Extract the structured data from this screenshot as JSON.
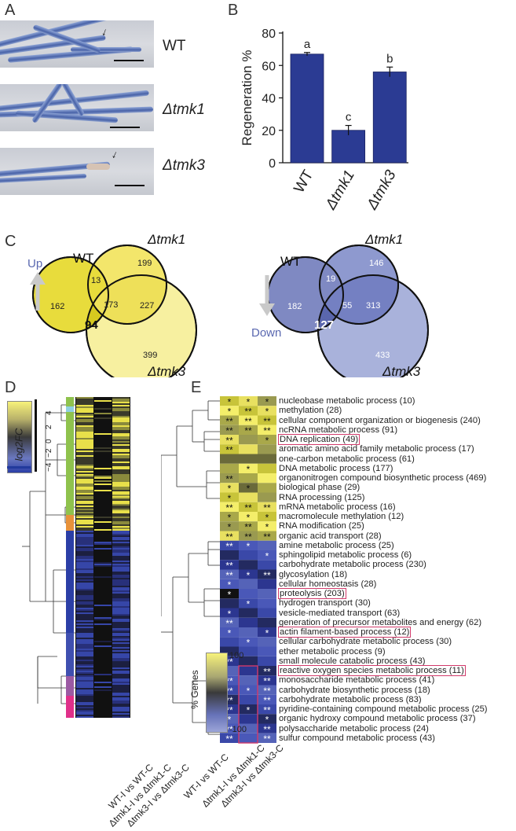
{
  "panels": {
    "a": "A",
    "b": "B",
    "c": "C",
    "d": "D",
    "e": "E"
  },
  "panel_a": {
    "strains": [
      "WT",
      "Δtmk1",
      "Δtmk3"
    ]
  },
  "chart_data": [
    {
      "type": "bar",
      "categories": [
        "WT",
        "Δtmk1",
        "Δtmk3"
      ],
      "values": [
        67,
        20,
        56
      ],
      "errors": [
        1,
        3,
        3
      ],
      "letters": [
        "a",
        "c",
        "b"
      ],
      "ylabel": "Regeneration %",
      "ylim": [
        0,
        80
      ],
      "yticks": [
        0,
        20,
        40,
        60,
        80
      ],
      "color": "#2b3b93"
    },
    {
      "type": "heatmap",
      "legend_label": "log2FC",
      "legend_ticks": [
        "4",
        "2",
        "0",
        "−2",
        "−4"
      ],
      "columns": [
        "WT-I vs WT-C",
        "Δtmk1-I vs Δtmk1-C",
        "Δtmk3-I vs Δtmk3-C"
      ]
    },
    {
      "type": "heatmap",
      "legend_label": "% Genes",
      "legend_ticks": [
        "100",
        "-100"
      ],
      "columns": [
        "WT-I vs WT-C",
        "Δtmk1-I vs Δtmk1-C",
        "Δtmk3-I vs Δtmk3-C"
      ],
      "rows": [
        {
          "term": "nucleobase metabolic process (10)",
          "stars": [
            "*",
            "*",
            "*"
          ]
        },
        {
          "term": "methylation (28)",
          "stars": [
            "*",
            "**",
            "*"
          ]
        },
        {
          "term": "cellular component organization or biogenesis (240)",
          "stars": [
            "**",
            "**",
            "**"
          ]
        },
        {
          "term": "ncRNA metabolic process (91)",
          "stars": [
            "**",
            "**",
            "**"
          ]
        },
        {
          "term": "DNA replication (49)",
          "stars": [
            "**",
            "",
            "*"
          ],
          "boxed": true
        },
        {
          "term": "aromatic amino acid family metabolic process (17)",
          "stars": [
            "**",
            "",
            ""
          ]
        },
        {
          "term": "one-carbon metabolic process (61)",
          "stars": [
            "",
            "",
            ""
          ]
        },
        {
          "term": "DNA metabolic process (177)",
          "stars": [
            "",
            "*",
            ""
          ]
        },
        {
          "term": "organonitrogen compound biosynthetic process (469)",
          "stars": [
            "**",
            "",
            ""
          ]
        },
        {
          "term": "biological phase (29)",
          "stars": [
            "*",
            "*",
            ""
          ]
        },
        {
          "term": "RNA processing (125)",
          "stars": [
            "*",
            "",
            ""
          ]
        },
        {
          "term": "mRNA metabolic process (16)",
          "stars": [
            "**",
            "**",
            "**"
          ]
        },
        {
          "term": "macromolecule methylation (12)",
          "stars": [
            "*",
            "*",
            "*"
          ]
        },
        {
          "term": "RNA modification (25)",
          "stars": [
            "*",
            "**",
            "*"
          ]
        },
        {
          "term": "organic acid transport (28)",
          "stars": [
            "**",
            "**",
            "**"
          ]
        },
        {
          "term": "amine metabolic process (25)",
          "stars": [
            "**",
            "*",
            ""
          ]
        },
        {
          "term": "sphingolipid metabolic process (6)",
          "stars": [
            "",
            "",
            "*"
          ]
        },
        {
          "term": "carbohydrate metabolic process (230)",
          "stars": [
            "**",
            "",
            ""
          ]
        },
        {
          "term": "glycosylation (18)",
          "stars": [
            "**",
            "*",
            "**"
          ]
        },
        {
          "term": "cellular homeostasis (28)",
          "stars": [
            "*",
            "",
            ""
          ]
        },
        {
          "term": "proteolysis (203)",
          "stars": [
            "*",
            "",
            ""
          ],
          "boxed": true
        },
        {
          "term": "hydrogen transport (30)",
          "stars": [
            "",
            "*",
            ""
          ]
        },
        {
          "term": "vesicle-mediated transport (63)",
          "stars": [
            "*",
            "",
            ""
          ]
        },
        {
          "term": "generation of precursor metabolites and energy (62)",
          "stars": [
            "**",
            "",
            ""
          ]
        },
        {
          "term": "actin filament-based process (12)",
          "stars": [
            "*",
            "",
            "*"
          ],
          "boxed": true
        },
        {
          "term": "cellular carbohydrate metabolic process (30)",
          "stars": [
            "",
            "*",
            ""
          ]
        },
        {
          "term": "ether metabolic process (9)",
          "stars": [
            "",
            "",
            ""
          ]
        },
        {
          "term": "small molecule catabolic process (43)",
          "stars": [
            "**",
            "",
            ""
          ]
        },
        {
          "term": "reactive oxygen species metabolic process (11)",
          "stars": [
            "",
            "",
            "**"
          ],
          "boxed": true
        },
        {
          "term": "monosaccharide metabolic process (41)",
          "stars": [
            "**",
            "",
            "**"
          ]
        },
        {
          "term": "carbohydrate biosynthetic process (18)",
          "stars": [
            "**",
            "*",
            "**"
          ]
        },
        {
          "term": "carbohydrate metabolic process (83)",
          "stars": [
            "**",
            "",
            "**"
          ]
        },
        {
          "term": "pyridine-containing compound metabolic process (25)",
          "stars": [
            "**",
            "*",
            "**"
          ]
        },
        {
          "term": "organic hydroxy compound metabolic process (37)",
          "stars": [
            "*",
            "",
            "*"
          ]
        },
        {
          "term": "polysaccharide metabolic process (24)",
          "stars": [
            "**",
            "",
            "**"
          ]
        },
        {
          "term": "sulfur compound metabolic process (43)",
          "stars": [
            "**",
            "",
            "**"
          ]
        }
      ]
    }
  ],
  "venn_up": {
    "direction": "Up",
    "labels": [
      "WT",
      "Δtmk1",
      "Δtmk3"
    ],
    "values": {
      "wt_only": "162",
      "tmk1_only": "199",
      "tmk3_only": "399",
      "wt_tmk1": "13",
      "tmk1_tmk3": "227",
      "wt_tmk3": "94",
      "all": "173"
    }
  },
  "venn_down": {
    "direction": "Down",
    "labels": [
      "WT",
      "Δtmk1",
      "Δtmk3"
    ],
    "values": {
      "wt_only": "182",
      "tmk1_only": "146",
      "tmk3_only": "433",
      "wt_tmk1": "19",
      "tmk1_tmk3": "313",
      "wt_tmk3": "127",
      "all": "55"
    }
  }
}
